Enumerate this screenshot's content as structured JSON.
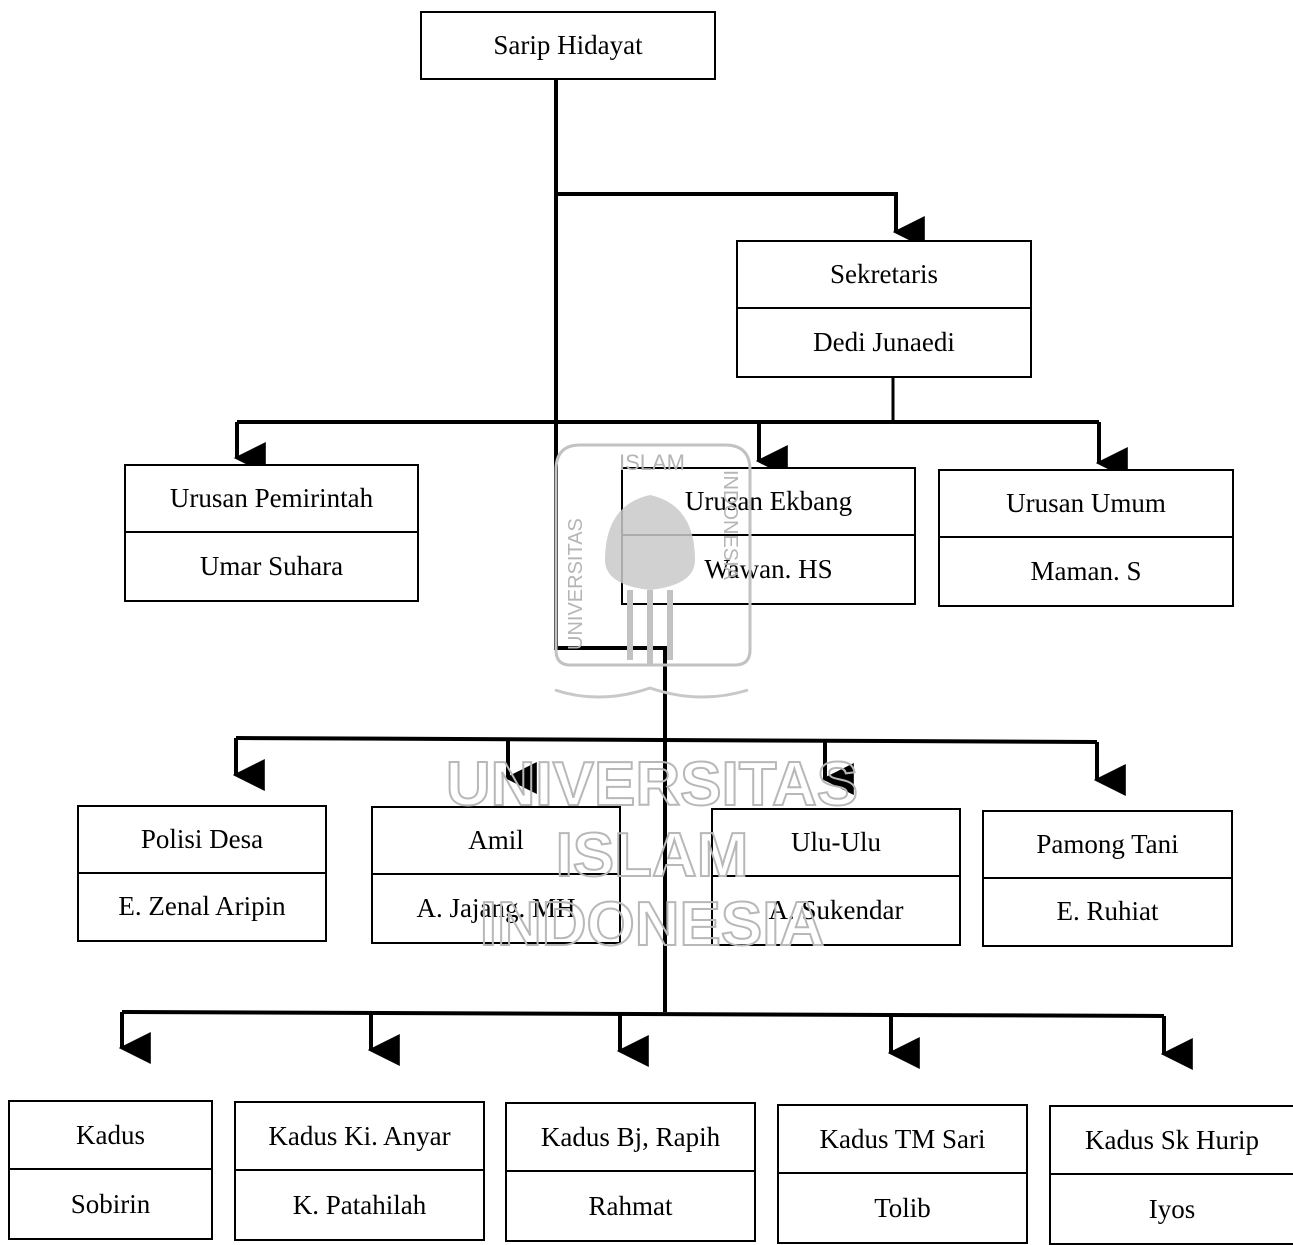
{
  "diagram": {
    "head": {
      "name": "Sarip Hidayat"
    },
    "secretary": {
      "title": "Sekretaris",
      "name": "Dedi Junaedi"
    },
    "urusan": [
      {
        "title": "Urusan Pemirintah",
        "name": "Umar Suhara"
      },
      {
        "title": "Urusan Ekbang",
        "name": "Wawan. HS"
      },
      {
        "title": "Urusan Umum",
        "name": "Maman. S"
      }
    ],
    "staff": [
      {
        "title": "Polisi Desa",
        "name": "E. Zenal Aripin"
      },
      {
        "title": "Amil",
        "name": "A. Jajang. MH"
      },
      {
        "title": "Ulu-Ulu",
        "name": "A. Sukendar"
      },
      {
        "title": "Pamong Tani",
        "name": "E. Ruhiat"
      }
    ],
    "kadus": [
      {
        "title": "Kadus",
        "name": "Sobirin"
      },
      {
        "title": "Kadus Ki. Anyar",
        "name": "K. Patahilah"
      },
      {
        "title": "Kadus Bj, Rapih",
        "name": "Rahmat"
      },
      {
        "title": "Kadus TM Sari",
        "name": "Tolib"
      },
      {
        "title": "Kadus Sk Hurip",
        "name": "Iyos"
      }
    ]
  },
  "watermark": {
    "lines": [
      "UNIVERSITAS",
      "ISLAM",
      "INDONESIA"
    ],
    "seal_top": "ISLAM",
    "seal_left": "UNIVERSITAS",
    "seal_right": "INDONESIA"
  }
}
